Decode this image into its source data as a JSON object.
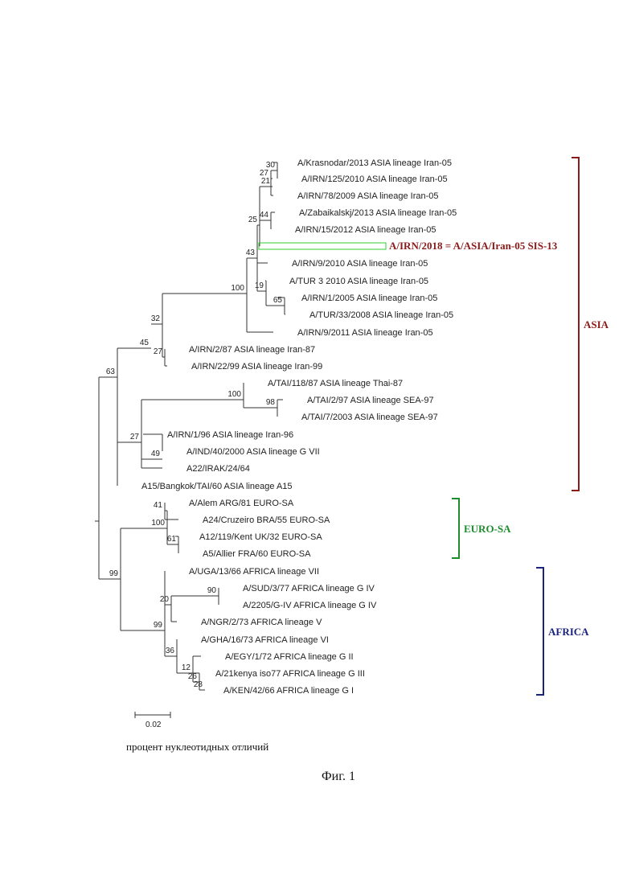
{
  "leaves": [
    "A/Krasnodar/2013 ASIA lineage Iran-05",
    "A/IRN/125/2010 ASIA lineage Iran-05",
    "A/IRN/78/2009 ASIA lineage Iran-05",
    "A/Zabaikalskj/2013 ASIA lineage Iran-05",
    "A/IRN/15/2012 ASIA lineage Iran-05",
    "A/IRN/2018 = A/ASIA/Iran-05 SIS-13",
    "A/IRN/9/2010 ASIA lineage Iran-05",
    "A/TUR 3 2010 ASIA lineage Iran-05",
    "A/IRN/1/2005 ASIA lineage Iran-05",
    "A/TUR/33/2008 ASIA lineage Iran-05",
    "A/IRN/9/2011 ASIA lineage Iran-05",
    "A/IRN/2/87 ASIA lineage Iran-87",
    "A/IRN/22/99 ASIA lineage Iran-99",
    "A/TAI/118/87 ASIA lineage Thai-87",
    "A/TAI/2/97 ASIA lineage SEA-97",
    "A/TAI/7/2003 ASIA lineage SEA-97",
    "A/IRN/1/96 ASIA lineage Iran-96",
    "A/IND/40/2000 ASIA lineage G VII",
    "A22/IRAK/24/64",
    "A15/Bangkok/TAI/60 ASIA lineage A15",
    "A/Alem ARG/81 EURO-SA",
    "A24/Cruzeiro BRA/55 EURO-SA",
    "A12/119/Kent UK/32 EURO-SA",
    "A5/Allier FRA/60 EURO-SA",
    "A/UGA/13/66 AFRICA lineage VII",
    "A/SUD/3/77 AFRICA lineage G IV",
    "A/2205/G-IV AFRICA lineage G IV",
    "A/NGR/2/73 AFRICA lineage V",
    "A/GHA/16/73 AFRICA lineage VI",
    "A/EGY/1/72 AFRICA lineage G II",
    "A/21kenya iso77 AFRICA lineage G III",
    "A/KEN/42/66 AFRICA lineage G I"
  ],
  "highlight_leaf_index": 5,
  "bootstrap_values": [
    "30",
    "27",
    "21",
    "25",
    "44",
    "43",
    "100",
    "19",
    "65",
    "98",
    "32",
    "45",
    "27",
    "100",
    "98",
    "63",
    "27",
    "49",
    "41",
    "100",
    "61",
    "99",
    "90",
    "20",
    "99",
    "36",
    "12",
    "26",
    "28"
  ],
  "groups": [
    {
      "name": "ASIA",
      "color": "#8b1a1a"
    },
    {
      "name": "EURO-SA",
      "color": "#1e8c2e"
    },
    {
      "name": "AFRICA",
      "color": "#1a237e"
    }
  ],
  "highlight_box_color": "#33cc33",
  "scale_bar_label": "0.02",
  "caption": "процент нуклеотидных отличий",
  "figure_label": "Фиг. 1"
}
